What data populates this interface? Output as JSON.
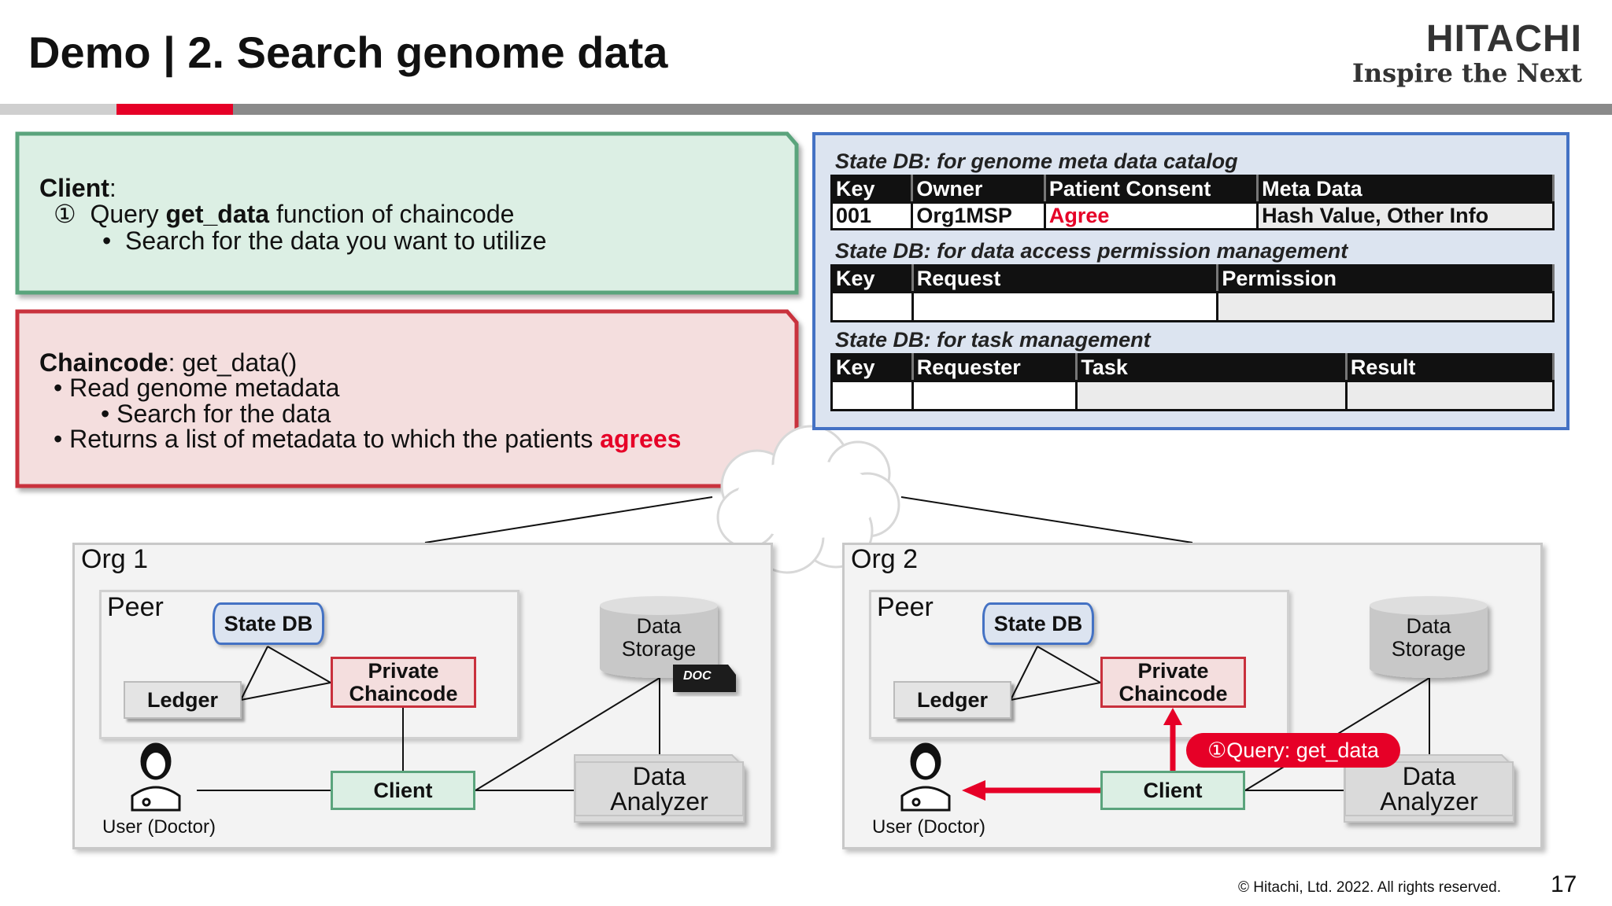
{
  "header": {
    "title": "Demo | 2. Search genome data",
    "logo_name": "HITACHI",
    "logo_tagline": "Inspire the Next"
  },
  "client_callout": {
    "title": "Client",
    "title_suffix": ":",
    "step_marker": "①",
    "step_pre": "Query ",
    "step_bold": "get_data",
    "step_post": " function of chaincode",
    "bullet": "Search for the data you want to utilize"
  },
  "chaincode_callout": {
    "title": "Chaincode",
    "title_suffix": ": get_data()",
    "bullet1": "Read genome metadata",
    "sub_bullet": "Search for the data",
    "bullet2_pre": "Returns a list of metadata to which the patients ",
    "bullet2_red": "agrees"
  },
  "state_db": {
    "catalog_caption": "State DB: for genome meta data catalog",
    "catalog_headers": [
      "Key",
      "Owner",
      "Patient Consent",
      "Meta Data"
    ],
    "catalog_row": [
      "001",
      "Org1MSP",
      "Agree",
      "Hash Value, Other Info"
    ],
    "permission_caption": "State DB: for data access permission management",
    "permission_headers": [
      "Key",
      "Request",
      "Permission"
    ],
    "task_caption": "State DB: for task management",
    "task_headers": [
      "Key",
      "Requester",
      "Task",
      "Result"
    ]
  },
  "org1": {
    "name": "Org 1",
    "peer": "Peer",
    "state_db": "State DB",
    "ledger": "Ledger",
    "private_chaincode": [
      "Private",
      "Chaincode"
    ],
    "data_storage": [
      "Data",
      "Storage"
    ],
    "file_badge": "DOC",
    "client": "Client",
    "data_analyzer": [
      "Data",
      "Analyzer"
    ],
    "user": "User (Doctor)"
  },
  "org2": {
    "name": "Org 2",
    "peer": "Peer",
    "state_db": "State DB",
    "ledger": "Ledger",
    "private_chaincode": [
      "Private",
      "Chaincode"
    ],
    "data_storage": [
      "Data",
      "Storage"
    ],
    "client": "Client",
    "data_analyzer": [
      "Data",
      "Analyzer"
    ],
    "user": "User (Doctor)",
    "query_label": "①Query: get_data"
  },
  "footer": {
    "copyright": "© Hitachi, Ltd. 2022. All rights reserved.",
    "page_number": "17"
  },
  "colors": {
    "accent_red": "#e60027",
    "client_green": "#5aa47c",
    "chaincode_red": "#c9303c",
    "db_blue": "#4472c4"
  }
}
